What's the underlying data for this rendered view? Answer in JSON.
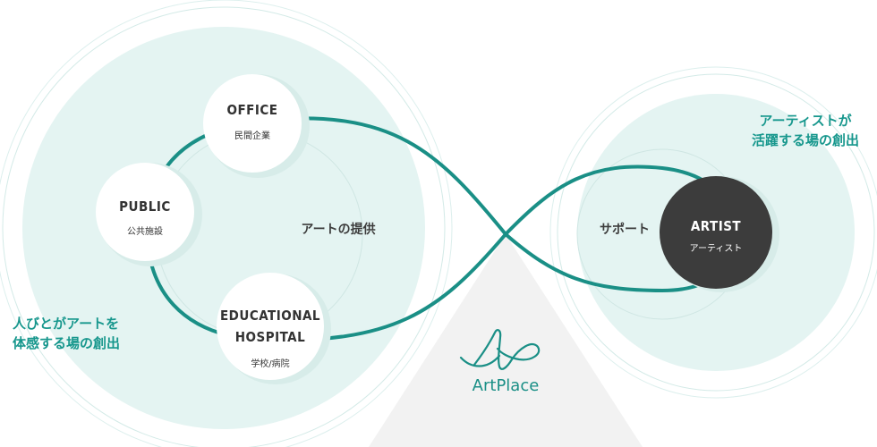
{
  "nodes": {
    "office": {
      "title": "OFFICE",
      "sub": "民間企業"
    },
    "public": {
      "title": "PUBLIC",
      "sub": "公共施設"
    },
    "edu": {
      "title_line1": "EDUCATIONAL",
      "title_line2": "HOSPITAL",
      "sub": "学校/病院"
    },
    "artist": {
      "title": "ARTIST",
      "sub": "アーティスト"
    }
  },
  "labels": {
    "provide_art": "アートの提供",
    "support": "サポート",
    "left_caption_line1": "人びとがアートを",
    "left_caption_line2": "体感する場の創出",
    "right_caption_line1": "アーティストが",
    "right_caption_line2": "活躍する場の創出"
  },
  "logo": {
    "text": "ArtPlace"
  },
  "colors": {
    "teal": "#17978d",
    "teal_line": "#1a8f86",
    "pale_fill": "#e4f4f2",
    "ring": "#d6ece9",
    "artist_fill": "#3c3c3c",
    "triangle": "#f2f2f2"
  }
}
